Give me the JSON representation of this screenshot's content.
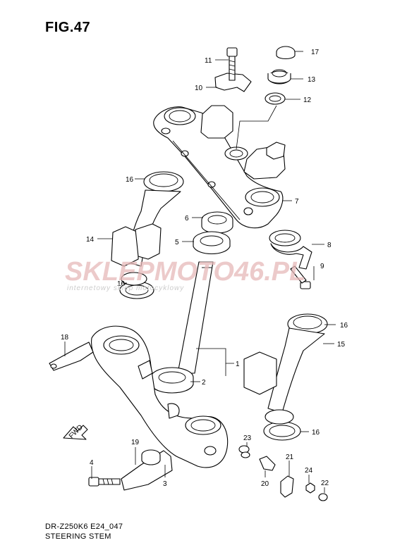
{
  "figure": {
    "title": "FIG.47",
    "model_code": "DR-Z250K6 E24_047",
    "name": "STEERING STEM"
  },
  "watermark": {
    "brand": "SKLEPMOTO46.PL",
    "tagline": "internetowy sklep motocyklowy",
    "color": "#e6b9b9"
  },
  "callouts": [
    {
      "id": "c1",
      "label": "1"
    },
    {
      "id": "c2",
      "label": "2"
    },
    {
      "id": "c3",
      "label": "3"
    },
    {
      "id": "c4",
      "label": "4"
    },
    {
      "id": "c5",
      "label": "5"
    },
    {
      "id": "c6",
      "label": "6"
    },
    {
      "id": "c7",
      "label": "7"
    },
    {
      "id": "c8",
      "label": "8"
    },
    {
      "id": "c9",
      "label": "9"
    },
    {
      "id": "c10",
      "label": "10"
    },
    {
      "id": "c11",
      "label": "11"
    },
    {
      "id": "c12",
      "label": "12"
    },
    {
      "id": "c13",
      "label": "13"
    },
    {
      "id": "c14",
      "label": "14"
    },
    {
      "id": "c15",
      "label": "15"
    },
    {
      "id": "c16a",
      "label": "16"
    },
    {
      "id": "c16b",
      "label": "16"
    },
    {
      "id": "c16c",
      "label": "16"
    },
    {
      "id": "c16d",
      "label": "16"
    },
    {
      "id": "c17",
      "label": "17"
    },
    {
      "id": "c18",
      "label": "18"
    },
    {
      "id": "c19",
      "label": "19"
    },
    {
      "id": "c20",
      "label": "20"
    },
    {
      "id": "c21",
      "label": "21"
    },
    {
      "id": "c22",
      "label": "22"
    },
    {
      "id": "c23",
      "label": "23"
    },
    {
      "id": "c24",
      "label": "24"
    }
  ],
  "direction_arrow": {
    "label": "FWD"
  }
}
